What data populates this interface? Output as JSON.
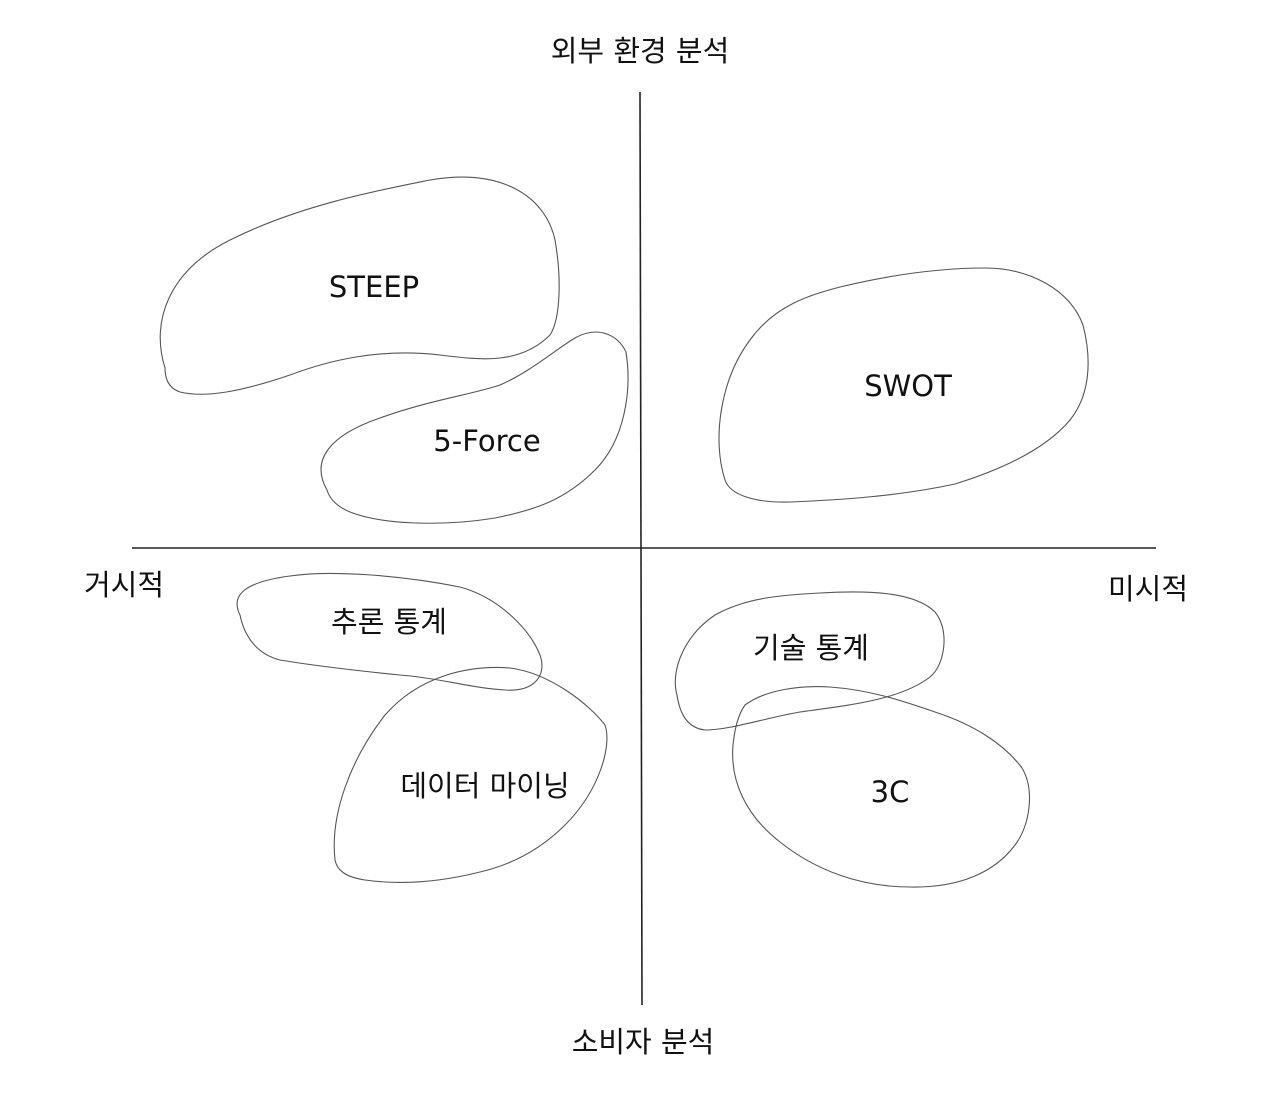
{
  "axes": {
    "top": "외부 환경 분석",
    "bottom": "소비자 분석",
    "left": "거시적",
    "right": "미시적"
  },
  "regions": {
    "steep": "STEEP",
    "five_force": "5-Force",
    "swot": "SWOT",
    "inferential_stats": "추론 통계",
    "data_mining": "데이터 마이닝",
    "descriptive_stats": "기술 통계",
    "three_c": "3C"
  },
  "colors": {
    "line": "#222222",
    "outline": "#555555",
    "background": "#ffffff"
  }
}
